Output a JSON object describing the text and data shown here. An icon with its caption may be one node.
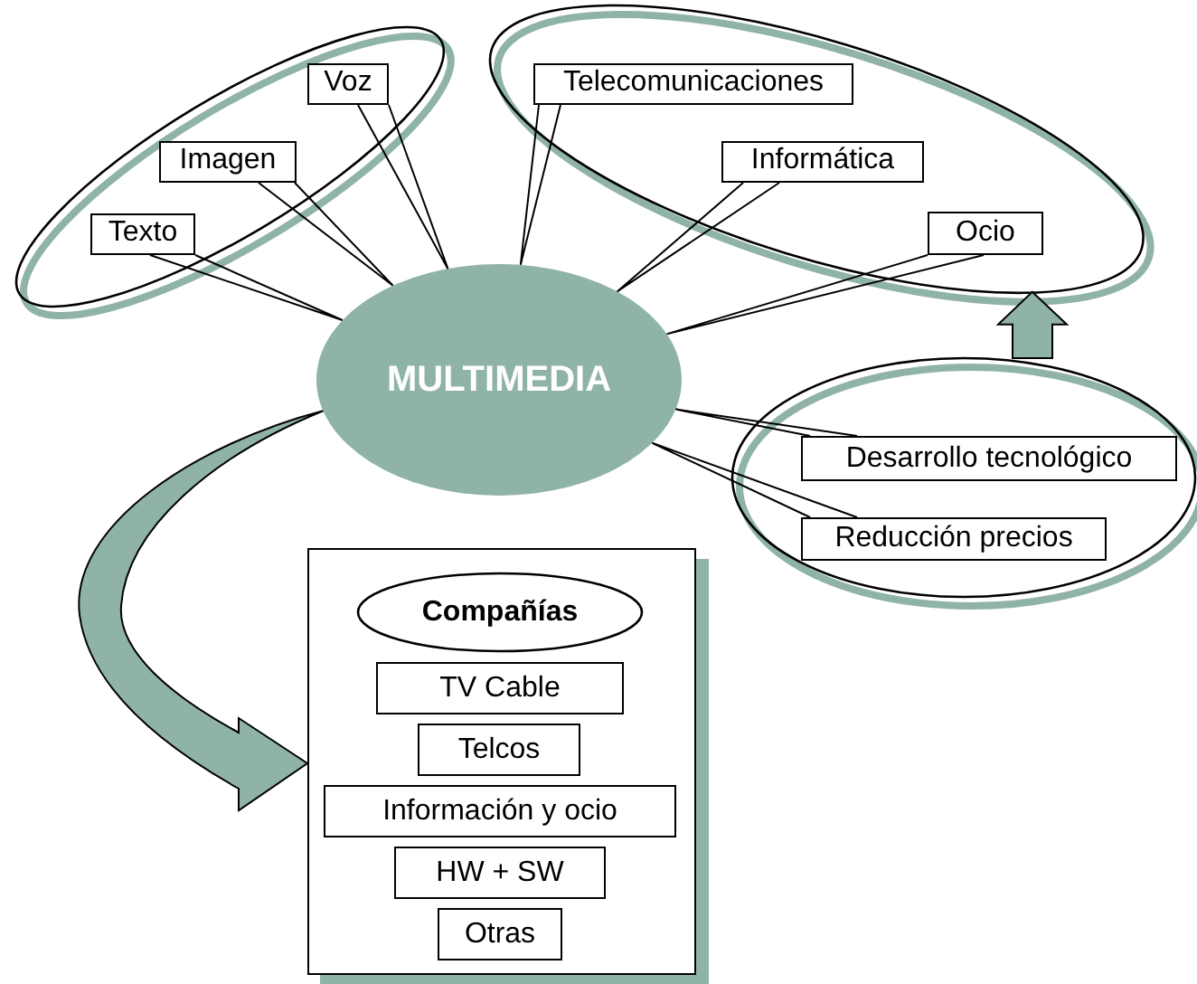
{
  "diagram": {
    "nodes": [
      {
        "text": [],
        "shape": "ellipse"
      },
      {
        "text": [
          "Texto"
        ],
        "in": 0
      },
      {
        "text": [
          "Imagen"
        ],
        "in": 0
      },
      {
        "text": [
          "Voz"
        ],
        "in": 0
      },
      {
        "text": [],
        "shape": "ellipse"
      },
      {
        "text": [
          "Telecomunicaciones"
        ],
        "in": 4
      },
      {
        "text": [
          "Informática"
        ],
        "in": 4
      },
      {
        "text": [
          "Ocio"
        ],
        "in": 4
      },
      {
        "text": [
          "MULTIMEDIA"
        ]
      },
      {
        "text": [],
        "shape": "ellipse"
      },
      {
        "text": [
          "Desarrollo tecnológico"
        ],
        "in": 9
      },
      {
        "text": [
          "Reducción precios"
        ],
        "in": 9
      },
      {
        "text": [],
        "shape": "box"
      },
      {
        "text": [
          "Compañías"
        ],
        "in": 12
      },
      {
        "text": [
          "TV Cable"
        ],
        "in": 12
      },
      {
        "text": [
          "Telcos"
        ],
        "in": 12
      },
      {
        "text": [
          "Información y ocio"
        ],
        "in": 12
      },
      {
        "text": [
          "HW + SW"
        ],
        "in": 12
      },
      {
        "text": [
          "Otras"
        ],
        "in": 12
      }
    ],
    "edges": [
      {
        "from": 1,
        "to": 8,
        "arrow": "none"
      },
      {
        "from": 2,
        "to": 8,
        "arrow": "none"
      },
      {
        "from": 3,
        "to": 8,
        "arrow": "none"
      },
      {
        "from": 5,
        "to": 8,
        "arrow": "none"
      },
      {
        "from": 6,
        "to": 8,
        "arrow": "none"
      },
      {
        "from": 7,
        "to": 8,
        "arrow": "none"
      },
      {
        "from": 10,
        "to": 8,
        "arrow": "none"
      },
      {
        "from": 11,
        "to": 8,
        "arrow": "none"
      },
      {
        "from": 8,
        "to": 12,
        "arrow": "to",
        "style": "thick",
        "color": "#8fb3a6"
      },
      {
        "from": 9,
        "to": 4,
        "arrow": "to",
        "style": "thick",
        "color": "#8fb3a6"
      }
    ]
  }
}
